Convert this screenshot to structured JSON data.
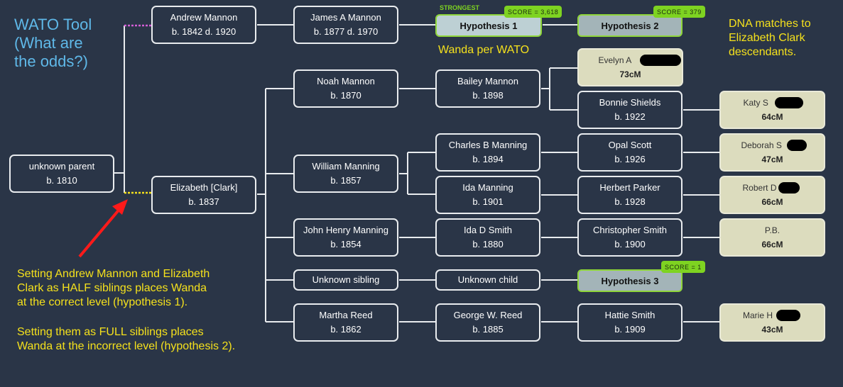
{
  "title": {
    "line1": "WATO Tool",
    "line2": "(What are",
    "line3": "the odds?)"
  },
  "dna_note": {
    "line1": "DNA matches to",
    "line2": "Elizabeth Clark",
    "line3": "descendants."
  },
  "wanda_note": "Wanda per WATO",
  "explanation": {
    "line1": "Setting Andrew Mannon and Elizabeth",
    "line2": "Clark as HALF siblings places Wanda",
    "line3": "at the correct level (hypothesis 1).",
    "line4": "Setting them as FULL siblings places",
    "line5": "Wanda at the incorrect level (hypothesis 2)."
  },
  "people": {
    "unknown_parent": {
      "name": "unknown parent",
      "dates": "b. 1810"
    },
    "andrew": {
      "name": "Andrew Mannon",
      "dates": "b. 1842 d. 1920"
    },
    "james": {
      "name": "James A Mannon",
      "dates": "b. 1877 d. 1970"
    },
    "elizabeth": {
      "name": "Elizabeth [Clark]",
      "dates": "b. 1837"
    },
    "noah": {
      "name": "Noah Mannon",
      "dates": "b. 1870"
    },
    "bailey": {
      "name": "Bailey Mannon",
      "dates": "b. 1898"
    },
    "bonnie": {
      "name": "Bonnie Shields",
      "dates": "b. 1922"
    },
    "william": {
      "name": "William Manning",
      "dates": "b. 1857"
    },
    "charles": {
      "name": "Charles B Manning",
      "dates": "b. 1894"
    },
    "opal": {
      "name": "Opal Scott",
      "dates": "b. 1926"
    },
    "ida_manning": {
      "name": "Ida Manning",
      "dates": "b. 1901"
    },
    "herbert": {
      "name": "Herbert Parker",
      "dates": "b. 1928"
    },
    "john_henry": {
      "name": "John Henry Manning",
      "dates": "b. 1854"
    },
    "ida_smith": {
      "name": "Ida D Smith",
      "dates": "b. 1880"
    },
    "christopher": {
      "name": "Christopher Smith",
      "dates": "b. 1900"
    },
    "unknown_sibling": {
      "name": "Unknown sibling"
    },
    "unknown_child": {
      "name": "Unknown child"
    },
    "martha": {
      "name": "Martha Reed",
      "dates": "b. 1862"
    },
    "george": {
      "name": "George W. Reed",
      "dates": "b. 1885"
    },
    "hattie": {
      "name": "Hattie Smith",
      "dates": "b. 1909"
    }
  },
  "hypotheses": {
    "h1": {
      "label": "Hypothesis 1",
      "score": "SCORE = 3,618",
      "badge": "STRONGEST"
    },
    "h2": {
      "label": "Hypothesis 2",
      "score": "SCORE = 379"
    },
    "h3": {
      "label": "Hypothesis 3",
      "score": "SCORE = 1"
    }
  },
  "matches": {
    "evelyn": {
      "name": "Evelyn A",
      "cm": "73cM"
    },
    "katy": {
      "name": "Katy S",
      "cm": "64cM"
    },
    "deborah": {
      "name": "Deborah S",
      "cm": "47cM"
    },
    "robert": {
      "name": "Robert D",
      "cm": "66cM"
    },
    "pb": {
      "name": "P.B.",
      "cm": "66cM"
    },
    "marie": {
      "name": "Marie H",
      "cm": "43cM"
    }
  },
  "colors": {
    "background": "#2a3547",
    "half_sibling_link": "#d35fd6",
    "elizabeth_link": "#f5e11c",
    "hypothesis_border": "#8fd63a",
    "score_badge": "#7ed321",
    "arrow": "#ff1a1a",
    "match_box": "#dcdcbe"
  }
}
